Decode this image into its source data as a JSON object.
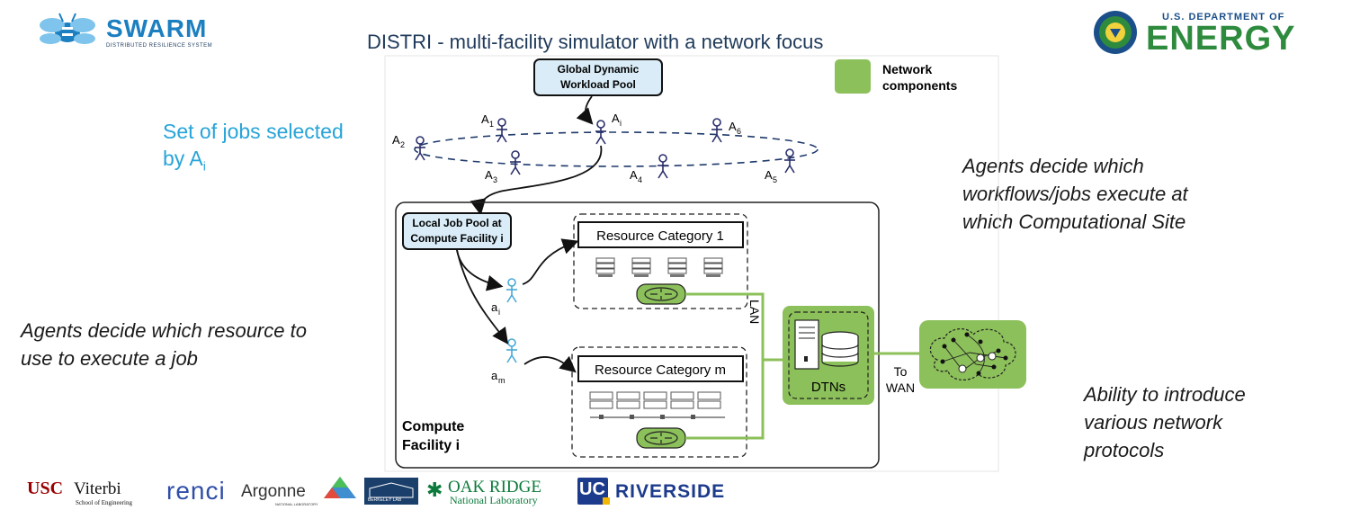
{
  "title": "DISTRI - multi-facility simulator with a network focus",
  "logos": {
    "swarm": "SWARM",
    "swarm_tagline": "DISTRIBUTED RESILIENCE SYSTEM",
    "doe_line1": "U.S. DEPARTMENT OF",
    "doe_line2": "ENERGY",
    "usc": "USC",
    "viterbi": "Viterbi",
    "viterbi_sub": "School of Engineering",
    "renci": "renci",
    "argonne": "Argonne",
    "argonne_sub": "NATIONAL LABORATORY",
    "berkeley": "BERKELEY LAB",
    "oak_ridge": "OAK RIDGE",
    "oak_ridge_sub": "National Laboratory",
    "uc": "UC",
    "riverside": "RIVERSIDE"
  },
  "annotations": {
    "jobs_selected_line1": "Set of jobs selected",
    "jobs_selected_line2": "by A",
    "jobs_selected_sub": "i",
    "agents_sites": [
      "Agents decide which",
      "workflows/jobs execute at",
      "which Computational Site"
    ],
    "agents_resource": [
      "Agents decide which resource to",
      "use to execute a job"
    ],
    "protocols": [
      "Ability to introduce",
      "various network",
      "protocols"
    ]
  },
  "diagram": {
    "global_pool": [
      "Global Dynamic",
      "Workload Pool"
    ],
    "legend": [
      "Network",
      "components"
    ],
    "agents": [
      {
        "base": "A",
        "sub": "1"
      },
      {
        "base": "A",
        "sub": "i"
      },
      {
        "base": "A",
        "sub": "6"
      },
      {
        "base": "A",
        "sub": "2"
      },
      {
        "base": "A",
        "sub": "3"
      },
      {
        "base": "A",
        "sub": "4"
      },
      {
        "base": "A",
        "sub": "5"
      }
    ],
    "local_pool": [
      "Local Job Pool at",
      "Compute Facility i"
    ],
    "resource_1": "Resource Category 1",
    "resource_m": "Resource Category m",
    "local_agent_i": {
      "base": "a",
      "sub": "i"
    },
    "local_agent_m": {
      "base": "a",
      "sub": "m"
    },
    "lan": "LAN",
    "dtns": "DTNs",
    "to_wan": [
      "To",
      "WAN"
    ],
    "facility": [
      "Compute",
      "Facility i"
    ]
  },
  "colors": {
    "accent_blue": "#27a4d8",
    "network_green": "#8cc05a",
    "pool_fill": "#d9ecf7",
    "dashed_blue": "#1f3a6b"
  }
}
